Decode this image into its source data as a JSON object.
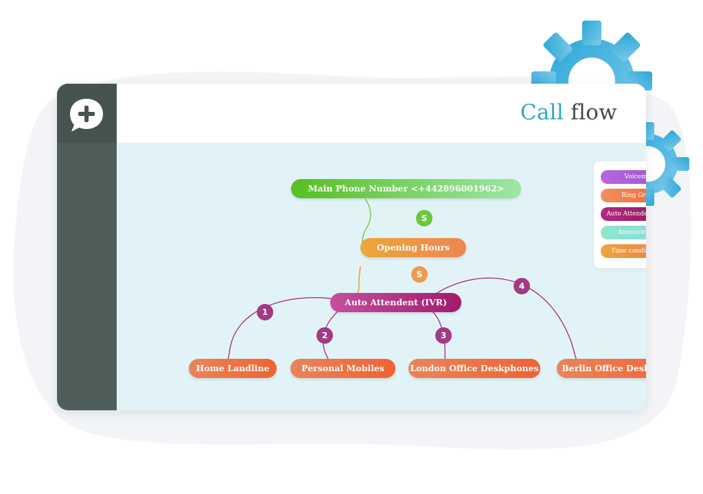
{
  "header": {
    "title_first": "Call",
    "title_rest": "flow"
  },
  "icons": {
    "logo": "plus-bubble-icon",
    "gear": "gear-icon"
  },
  "colors": {
    "voicemail": "#a55fd6",
    "ring_group": "#ef6f3f",
    "auto_attendent": "#a31a6b",
    "annoucement": "#7ee0d3",
    "time_conditioning": "#ef9a3a",
    "main_number": "#64c72c"
  },
  "legend": {
    "items": [
      {
        "label": "Voicemail"
      },
      {
        "label": "Ring Group"
      },
      {
        "label": "Auto Attendent (IVR)"
      },
      {
        "label": "Annoucement"
      },
      {
        "label": "Time conditioning"
      }
    ]
  },
  "flow": {
    "main_number": "Main Phone Number <+442896001962>",
    "opening_hours": "Opening Hours",
    "auto_attendant": "Auto Attendent (IVR)",
    "step_badges": [
      "S",
      "S"
    ],
    "destinations": [
      {
        "option": "1",
        "label": "Home Landline"
      },
      {
        "option": "2",
        "label": "Personal Mobiles"
      },
      {
        "option": "3",
        "label": "London Office Deskphones"
      },
      {
        "option": "4",
        "label": "Berlin Office Deskphones"
      }
    ]
  }
}
